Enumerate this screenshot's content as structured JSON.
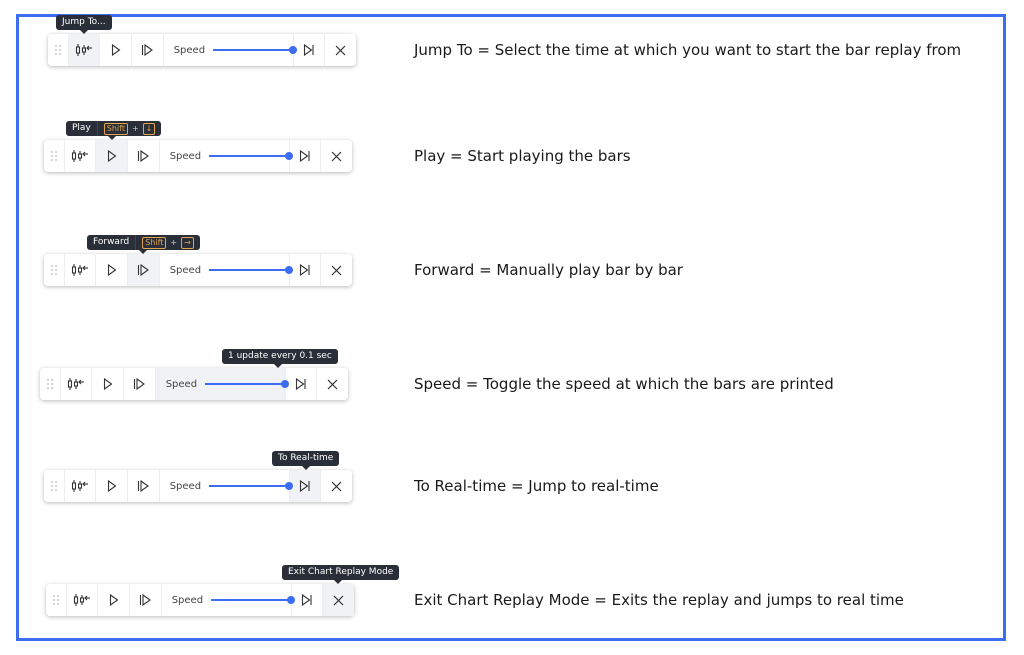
{
  "accent": "#3d6df2",
  "toolbar": {
    "speed_label": "Speed",
    "icons": [
      "drag-handle-icon",
      "jump-to-icon",
      "play-icon",
      "forward-icon",
      "to-real-time-icon",
      "close-icon"
    ],
    "speed_value_percent": 100
  },
  "rows": [
    {
      "tooltip": "Jump To...",
      "shortcut": null,
      "active": "jump",
      "description": "Jump To = Select the time at which you want to start the bar replay from"
    },
    {
      "tooltip": "Play",
      "shortcut": {
        "key": "Shift",
        "plus": "+",
        "arrow": "↓"
      },
      "active": "play",
      "description": "Play = Start playing the bars"
    },
    {
      "tooltip": "Forward",
      "shortcut": {
        "key": "Shift",
        "plus": "+",
        "arrow": "→"
      },
      "active": "forward",
      "description": "Forward = Manually play bar by bar"
    },
    {
      "tooltip": "1 update every 0.1 sec",
      "shortcut": null,
      "active": "speed",
      "description": "Speed = Toggle the speed at which the bars are printed"
    },
    {
      "tooltip": "To Real-time",
      "shortcut": null,
      "active": "realtime",
      "description": "To Real-time = Jump to real-time"
    },
    {
      "tooltip": "Exit Chart Replay Mode",
      "shortcut": null,
      "active": "close",
      "description": "Exit Chart Replay Mode = Exits the replay and jumps to real time"
    }
  ]
}
